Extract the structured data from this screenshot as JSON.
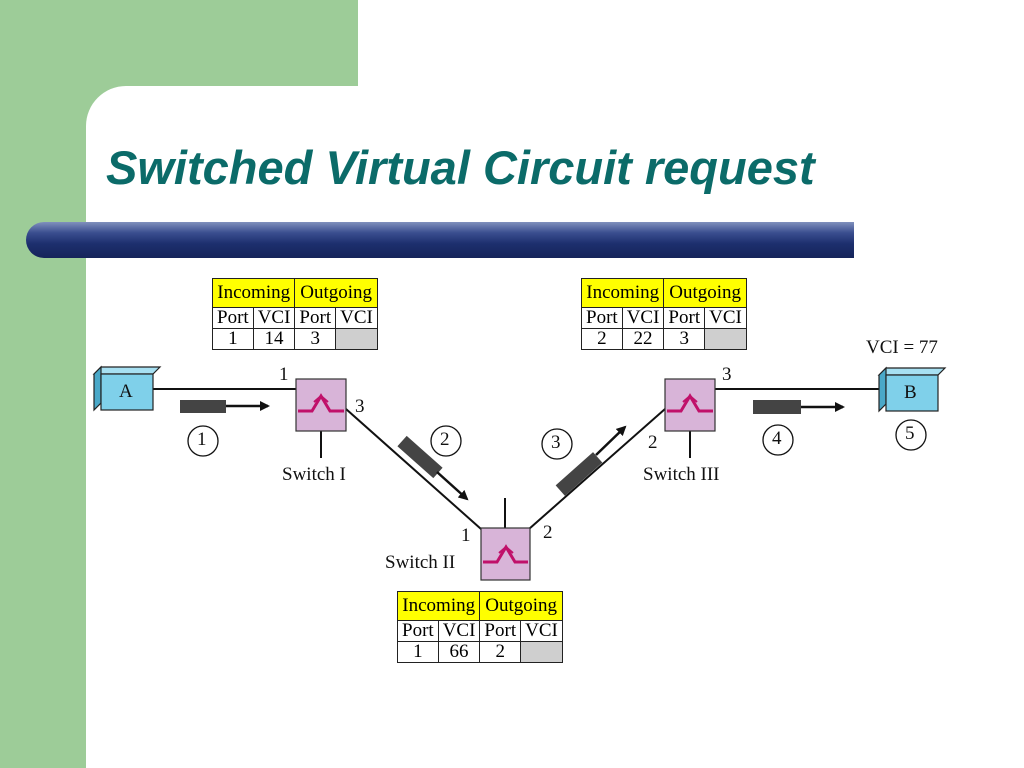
{
  "slide": {
    "title": "Switched Virtual Circuit request"
  },
  "tables": {
    "switch1": {
      "incoming": "Incoming",
      "outgoing": "Outgoing",
      "cols": [
        "Port",
        "VCI",
        "Port",
        "VCI"
      ],
      "row": [
        "1",
        "14",
        "3",
        ""
      ]
    },
    "switch3": {
      "incoming": "Incoming",
      "outgoing": "Outgoing",
      "cols": [
        "Port",
        "VCI",
        "Port",
        "VCI"
      ],
      "row": [
        "2",
        "22",
        "3",
        ""
      ]
    },
    "switch2": {
      "incoming": "Incoming",
      "outgoing": "Outgoing",
      "cols": [
        "Port",
        "VCI",
        "Port",
        "VCI"
      ],
      "row": [
        "1",
        "66",
        "2",
        ""
      ]
    }
  },
  "nodes": {
    "a": "A",
    "b": "B"
  },
  "switches": {
    "s1": "Switch I",
    "s2": "Switch II",
    "s3": "Switch III"
  },
  "ports": {
    "s1_in": "1",
    "s1_out": "3",
    "s2_in": "1",
    "s2_out": "2",
    "s3_in": "2",
    "s3_out": "3"
  },
  "vci_label": "VCI = 77",
  "steps": [
    "1",
    "2",
    "3",
    "4",
    "5"
  ],
  "colors": {
    "title": "#0b6b69",
    "table_header": "#ffff00",
    "host_box": "#7fd0ea",
    "switch_box": "#d8b4d8",
    "switch_line": "#c0116a",
    "background": "#9dcc98"
  }
}
